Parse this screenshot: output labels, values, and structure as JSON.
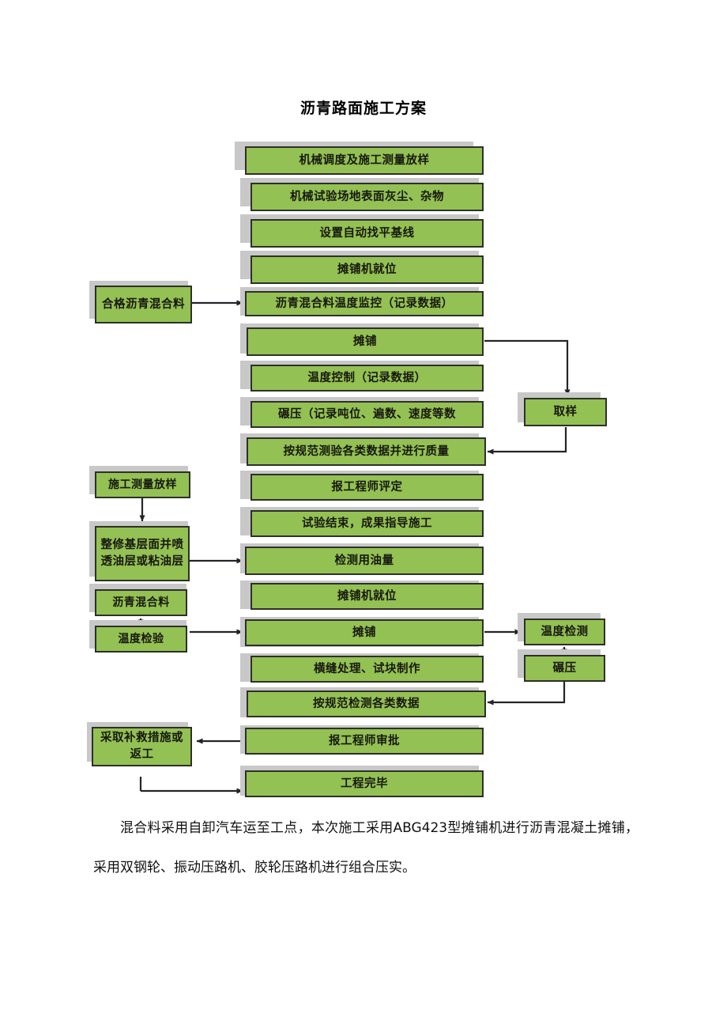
{
  "document": {
    "title": "沥青路面施工方案"
  },
  "colors": {
    "node_fill": "#93c153",
    "node_border": "#2f2f2a",
    "node_shadow": "#c8c8c8",
    "wire": "#24242a",
    "page_background": "#ffffff",
    "text": "#17170f"
  },
  "flowchart": {
    "main_column": [
      {
        "id": "n1",
        "label": "机械调度及施工测量放样"
      },
      {
        "id": "n2",
        "label": "机械试验场地表面灰尘、杂物"
      },
      {
        "id": "n3",
        "label": "设置自动找平基线"
      },
      {
        "id": "n4",
        "label": "摊铺机就位"
      },
      {
        "id": "n5",
        "label": "沥青混合料温度监控（记录数据）"
      },
      {
        "id": "n6",
        "label": "摊铺"
      },
      {
        "id": "n7",
        "label": "温度控制（记录数据）"
      },
      {
        "id": "n8",
        "label": "碾压（记录吨位、遍数、速度等数"
      },
      {
        "id": "n9",
        "label": "按规范测验各类数据并进行质量"
      },
      {
        "id": "n10",
        "label": "报工程师评定"
      },
      {
        "id": "n11",
        "label": "试验结束，成果指导施工"
      },
      {
        "id": "n12",
        "label": "检测用油量"
      },
      {
        "id": "n13",
        "label": "摊铺机就位"
      },
      {
        "id": "n14",
        "label": "摊铺"
      },
      {
        "id": "n15",
        "label": "横缝处理、试块制作"
      },
      {
        "id": "n16",
        "label": "按规范检测各类数据"
      },
      {
        "id": "n17",
        "label": "报工程师审批"
      },
      {
        "id": "n18",
        "label": "工程完毕"
      }
    ],
    "left_column": [
      {
        "id": "l1",
        "label": "合格沥青混合料"
      },
      {
        "id": "l2",
        "label": "施工测量放样"
      },
      {
        "id": "l3",
        "label": "整修基层面并喷透油层或粘油层"
      },
      {
        "id": "l4",
        "label": "沥青混合料"
      },
      {
        "id": "l5",
        "label": "温度检验"
      },
      {
        "id": "l6",
        "label": "采取补救措施或返工"
      }
    ],
    "right_column": [
      {
        "id": "r1",
        "label": "取样"
      },
      {
        "id": "r2",
        "label": "温度检测"
      },
      {
        "id": "r3",
        "label": "碾压"
      }
    ]
  },
  "body_text": {
    "paragraph": "混合料采用自卸汽车运至工点，本次施工采用ABG423型摊铺机进行沥青混凝土摊铺，采用双钢轮、振动压路机、胶轮压路机进行组合压实。"
  }
}
